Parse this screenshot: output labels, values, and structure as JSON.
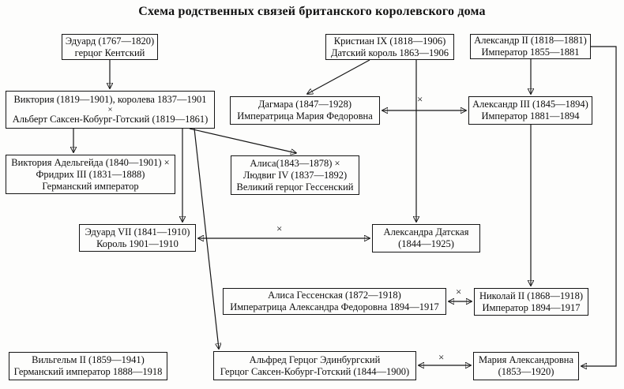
{
  "title": "Схема родственных связей британского королевского дома",
  "marriage_symbol": "×",
  "nodes": {
    "edward_kent": {
      "lines": [
        "Эдуард (1767—1820)",
        "герцог Кентский"
      ]
    },
    "christian9": {
      "lines": [
        "Кристиан IX (1818—1906)",
        "Датский король 1863—1906"
      ]
    },
    "alexander2": {
      "lines": [
        "Александр II (1818—1881)",
        "Император 1855—1881"
      ]
    },
    "victoria_albert": {
      "lines": [
        "Виктория (1819—1901), королева 1837—1901",
        "×",
        "Альберт Саксен-Кобург-Готский (1819—1861)"
      ]
    },
    "dagmara": {
      "lines": [
        "Дагмара (1847—1928)",
        "Императрица Мария Федоровна"
      ]
    },
    "alexander3": {
      "lines": [
        "Александр III (1845—1894)",
        "Император 1881—1894"
      ]
    },
    "victoria_adelaide": {
      "lines": [
        "Виктория Адельгейда (1840—1901) ×",
        "Фридрих III (1831—1888)",
        "Германский император"
      ]
    },
    "alisa_hesse_sr": {
      "lines": [
        "Алиса(1843—1878) ×",
        "Людвиг IV (1837—1892)",
        "Великий герцог Гессенский"
      ]
    },
    "edward7": {
      "lines": [
        "Эдуард VII (1841—1910)",
        "Король 1901—1910"
      ]
    },
    "alexandra_danish": {
      "lines": [
        "Александра Датская",
        "(1844—1925)"
      ]
    },
    "alisa_hesse": {
      "lines": [
        "Алиса Гессенская (1872—1918)",
        "Императрица Александра Федоровна 1894—1917"
      ]
    },
    "nicholas2": {
      "lines": [
        "Николай II (1868—1918)",
        "Император 1894—1917"
      ]
    },
    "wilhelm2": {
      "lines": [
        "Вильгельм II (1859—1941)",
        "Германский император 1888—1918"
      ]
    },
    "alfred": {
      "lines": [
        "Альфред Герцог Эдинбургский",
        "Герцог Саксен-Кобург-Готский (1844—1900)"
      ]
    },
    "maria_alexandrovna": {
      "lines": [
        "Мария Александровна",
        "(1853—1920)"
      ]
    }
  }
}
